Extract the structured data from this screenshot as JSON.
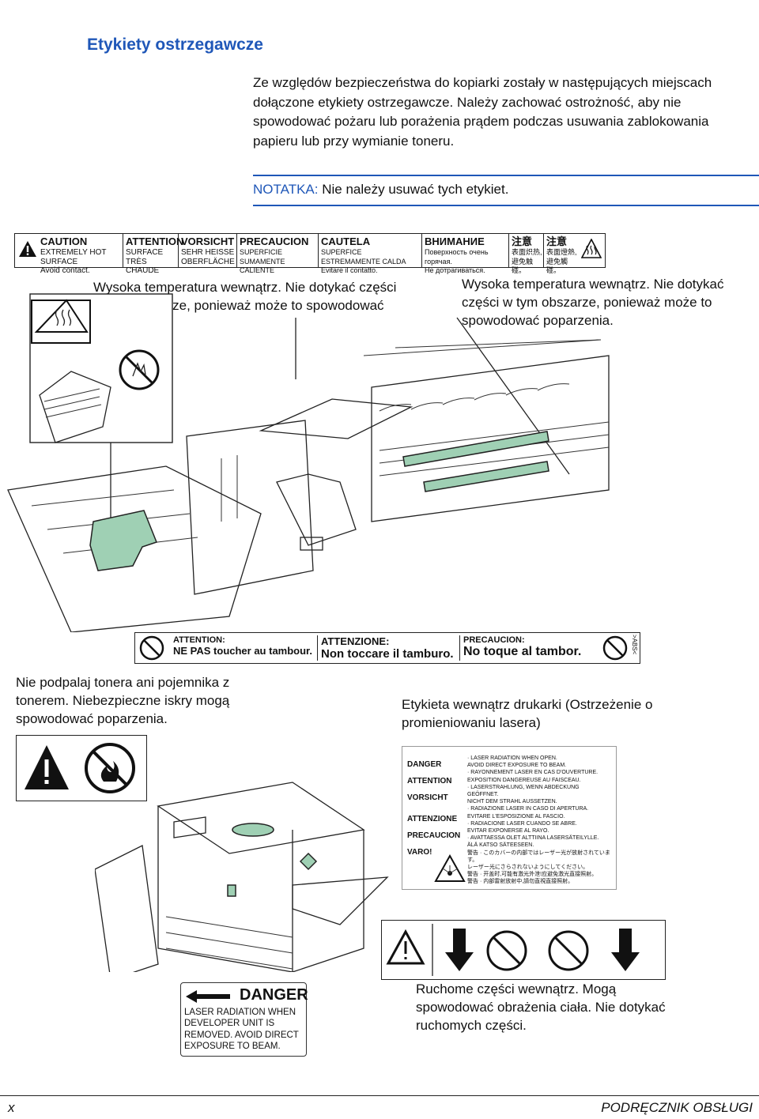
{
  "page": {
    "title": "Etykiety ostrzegawcze",
    "intro": "Ze względów bezpieczeństwa do kopiarki zostały w następujących miejscach dołączone etykiety ostrzegawcze. Należy zachować ostrożność, aby nie spowodować pożaru lub porażenia prądem podczas usuwania zablokowania papieru lub przy wymianie toneru.",
    "note_label": "NOTATKA:",
    "note_text": "Nie należy usuwać tych etykiet."
  },
  "heat_label": {
    "columns": [
      {
        "head": "CAUTION",
        "l1": "EXTREMELY HOT SURFACE",
        "l2": "Avoid contact."
      },
      {
        "head": "ATTENTION",
        "l1": "SURFACE TRÈS",
        "l2": "CHAUDE"
      },
      {
        "head": "VORSICHT",
        "l1": "SEHR HEISSE",
        "l2": "OBERFLÄCHE"
      },
      {
        "head": "PRECAUCION",
        "l1": "SUPERFICIE SUMAMENTE",
        "l2": "CALIENTE"
      },
      {
        "head": "CAUTELA",
        "l1": "SUPERFICE ESTREMAMENTE CALDA",
        "l2": "Evitare il contatto."
      },
      {
        "head": "ВНИМАНИЕ",
        "l1": "Поверхность очень горячая.",
        "l2": "Не дотрагиваться."
      },
      {
        "head": "注意",
        "l1": "表面炽热,",
        "l2": "避免触碰。"
      },
      {
        "head": "注意",
        "l1": "表面燈熱,",
        "l2": "避免觸碰。"
      }
    ]
  },
  "captions": {
    "hot_left": "Wysoka temperatura wewnątrz. Nie dotykać części w tym obszarze, ponieważ może to spowodować poparzenia.",
    "hot_right": "Wysoka temperatura wewnątrz. Nie dotykać części w tym obszarze, ponieważ może to spowodować poparzenia.",
    "toner": "Nie podpalaj tonera ani pojemnika z tonerem. Niebezpieczne iskry mogą spowodować poparzenia.",
    "laser": "Etykieta wewnątrz drukarki (Ostrzeżenie o promieniowaniu lasera)",
    "moving": "Ruchome części wewnątrz. Mogą spowodować obrażenia ciała. Nie dotykać ruchomych części."
  },
  "drum_label": {
    "cells": [
      {
        "head": "ATTENTION:",
        "text": "NE PAS toucher au tambour."
      },
      {
        "head": "ATTENZIONE:",
        "text": "Non toccare il tamburo."
      },
      {
        "head": "PRECAUCION:",
        "text": "No toque al tambor."
      }
    ],
    "code": ">ABS<"
  },
  "laser_label": {
    "left": [
      "DANGER",
      "ATTENTION",
      "VORSICHT",
      "ATTENZIONE",
      "PRECAUCION",
      "VARO!"
    ],
    "right": [
      "· LASER RADIATION WHEN OPEN.",
      "AVOID DIRECT EXPOSURE TO BEAM.",
      "· RAYONNEMENT LASER EN CAS D'OUVERTURE.",
      "EXPOSITION DANGEREUSE AU FAISCEAU.",
      "· LASERSTRAHLUNG, WENN ABDECKUNG",
      "GEÖFFNET.",
      "NICHT DEM STRAHL AUSSETZEN.",
      "· RADIAZIONE LASER IN CASO DI APERTURA.",
      "EVITARE L'ESPOSIZIONE AL FASCIO.",
      "· RADIACIONE LASER CUANDO SE ABRE.",
      "EVITAR EXPONERSE AL RAYO.",
      "· AVATTAESSA OLET ALTTIINA LASERSÄTEILYLLE.",
      "ÄLÄ KATSO SÄTEESEEN.",
      "警告 · このカバーの内部ではレーザー光が放射されています。",
      "レーザー光にさらされないようにしてください。",
      "警告 · 开盖时,可能有激光外泄!应避免激光直接照射。",
      "警告 · 内部雷射放射中,請勿直視直接照射。"
    ]
  },
  "developer_label": {
    "head": "DANGER",
    "lines": [
      "LASER RADIATION WHEN",
      "DEVELOPER UNIT IS",
      "REMOVED. AVOID DIRECT",
      "EXPOSURE TO BEAM."
    ]
  },
  "footer": {
    "left": "x",
    "right": "PODRĘCZNIK OBSŁUGI"
  }
}
